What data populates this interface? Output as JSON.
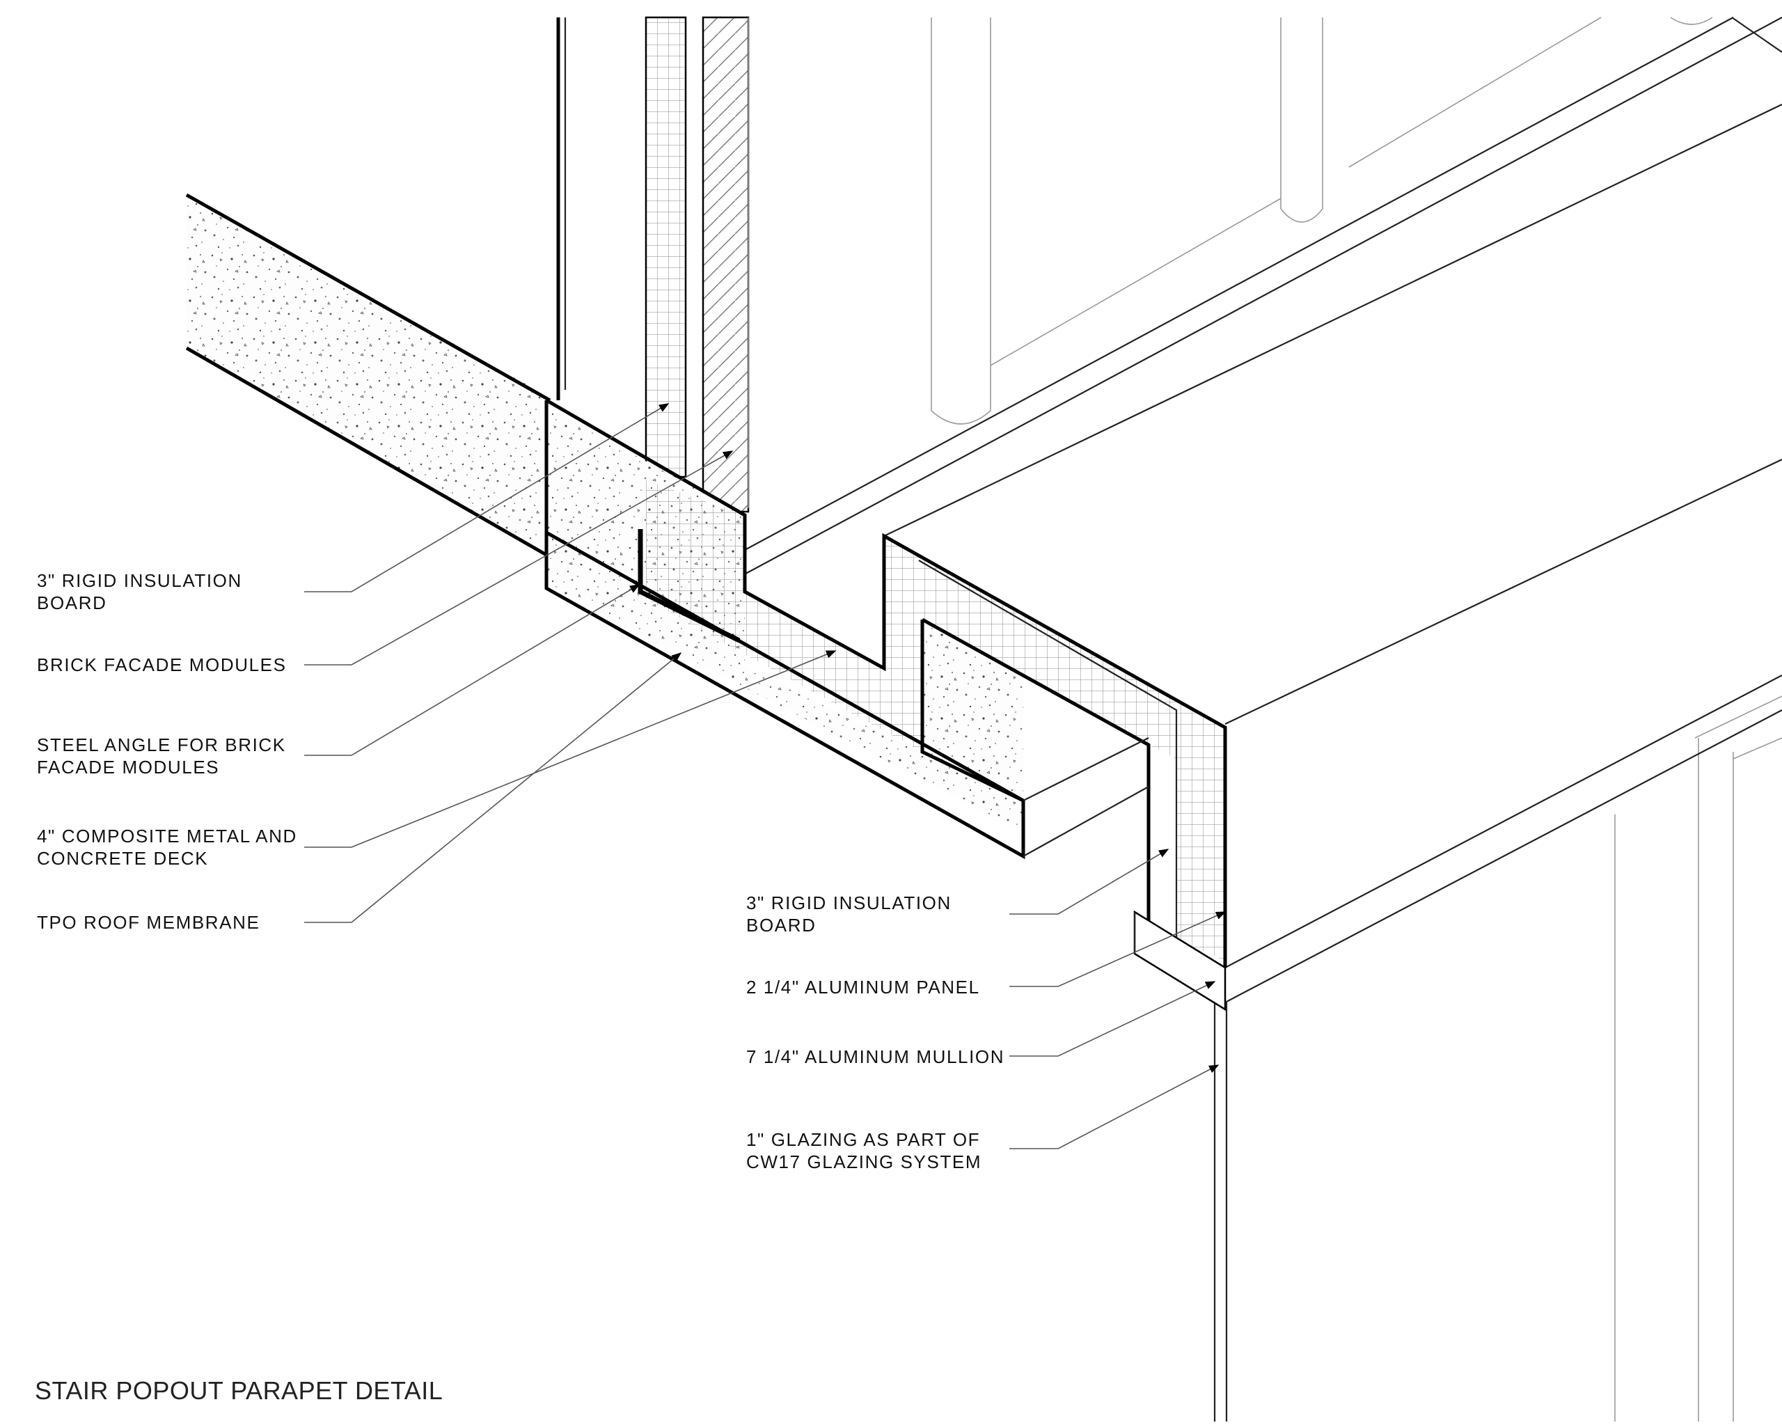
{
  "title": "STAIR POPOUT PARAPET DETAIL",
  "labels_left": [
    {
      "id": "rigid-insulation-board-left",
      "lines": [
        "3\" RIGID INSULATION",
        "BOARD"
      ]
    },
    {
      "id": "brick-facade-modules",
      "lines": [
        "BRICK FACADE MODULES"
      ]
    },
    {
      "id": "steel-angle",
      "lines": [
        "STEEL ANGLE FOR BRICK",
        "FACADE MODULES"
      ]
    },
    {
      "id": "composite-deck",
      "lines": [
        "4\" COMPOSITE METAL AND",
        "CONCRETE DECK"
      ]
    },
    {
      "id": "tpo-roof-membrane",
      "lines": [
        "TPO ROOF MEMBRANE"
      ]
    }
  ],
  "labels_right": [
    {
      "id": "rigid-insulation-board-right",
      "lines": [
        "3\" RIGID INSULATION",
        "BOARD"
      ]
    },
    {
      "id": "aluminum-panel",
      "lines": [
        "2 1/4\" ALUMINUM PANEL"
      ]
    },
    {
      "id": "aluminum-mullion",
      "lines": [
        "7 1/4\" ALUMINUM MULLION"
      ]
    },
    {
      "id": "glazing",
      "lines": [
        "1\" GLAZING AS PART OF",
        "CW17 GLAZING SYSTEM"
      ]
    }
  ]
}
